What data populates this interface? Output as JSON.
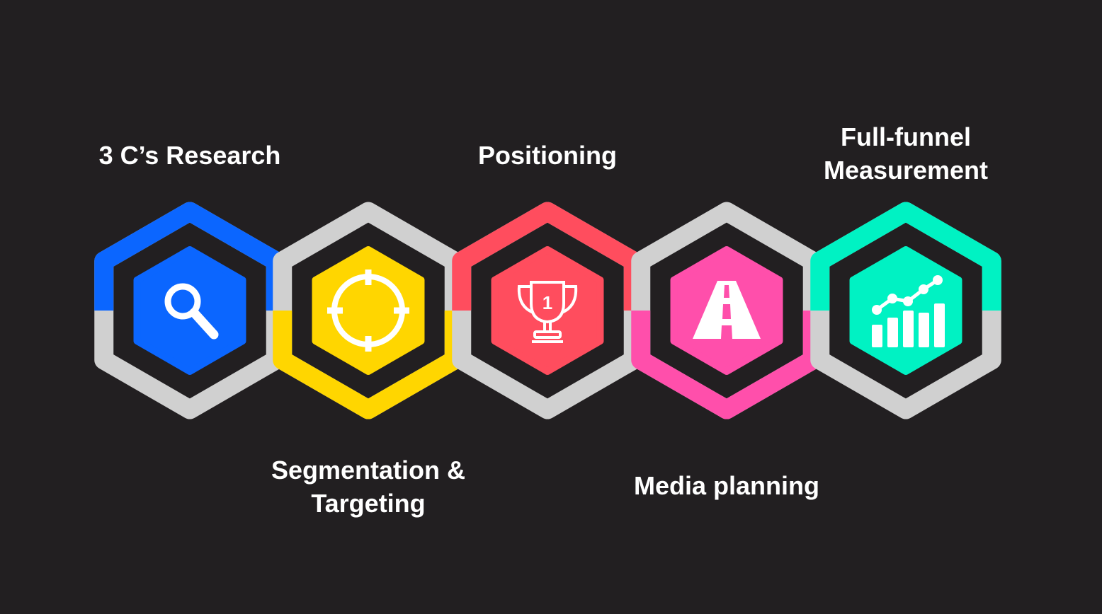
{
  "colors": {
    "background": "#221f21",
    "track": "#d0d0d0",
    "blue": "#0b66ff",
    "yellow": "#ffd600",
    "red": "#ff4d5e",
    "pink": "#ff4fab",
    "green": "#00f2c3",
    "icon": "#ffffff"
  },
  "steps": [
    {
      "lines": [
        "3 C’s Research"
      ],
      "label_side": "top",
      "icon": "magnifier-icon",
      "color": "#0b66ff",
      "highlight": "top"
    },
    {
      "lines": [
        "Segmentation &",
        "Targeting"
      ],
      "label_side": "bottom",
      "icon": "crosshair-icon",
      "color": "#ffd600",
      "highlight": "bottom"
    },
    {
      "lines": [
        "Positioning"
      ],
      "label_side": "top",
      "icon": "trophy-icon",
      "color": "#ff4d5e",
      "highlight": "top"
    },
    {
      "lines": [
        "Media planning"
      ],
      "label_side": "bottom",
      "icon": "road-icon",
      "color": "#ff4fab",
      "highlight": "bottom"
    },
    {
      "lines": [
        "Full-funnel",
        "Measurement"
      ],
      "label_side": "top",
      "icon": "growth-chart-icon",
      "color": "#00f2c3",
      "highlight": "top"
    }
  ],
  "trophy_number": "1"
}
